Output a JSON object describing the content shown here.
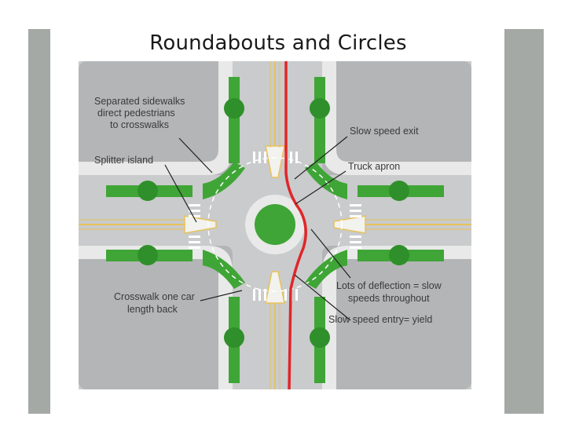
{
  "slide": {
    "title": "Roundabouts and Circles"
  },
  "diagram": {
    "callouts": [
      {
        "id": "sidewalks",
        "lines": [
          "Separated sidewalks",
          "direct pedestrians",
          "to crosswalks"
        ]
      },
      {
        "id": "splitter",
        "lines": [
          "Splitter island"
        ]
      },
      {
        "id": "exit",
        "lines": [
          "Slow speed exit"
        ]
      },
      {
        "id": "apron",
        "lines": [
          "Truck apron"
        ]
      },
      {
        "id": "deflection",
        "lines": [
          "Lots of deflection = slow",
          "speeds throughout"
        ]
      },
      {
        "id": "crosswalk",
        "lines": [
          "Crosswalk one car",
          "length back"
        ]
      },
      {
        "id": "entry",
        "lines": [
          "Slow speed entry= yield"
        ]
      }
    ]
  },
  "colors": {
    "background": "#ffffff",
    "slide_bars": "#a4a9a6",
    "pavement": "#c9cbcc",
    "block": "#b3b5b6",
    "sidewalk": "#e8e9e8",
    "planting": "#3fa536",
    "tree": "#2f8f2a",
    "vehicle_path": "#e0262a",
    "center_line": "#e8c25a",
    "callout_text": "#3a3a3a"
  }
}
